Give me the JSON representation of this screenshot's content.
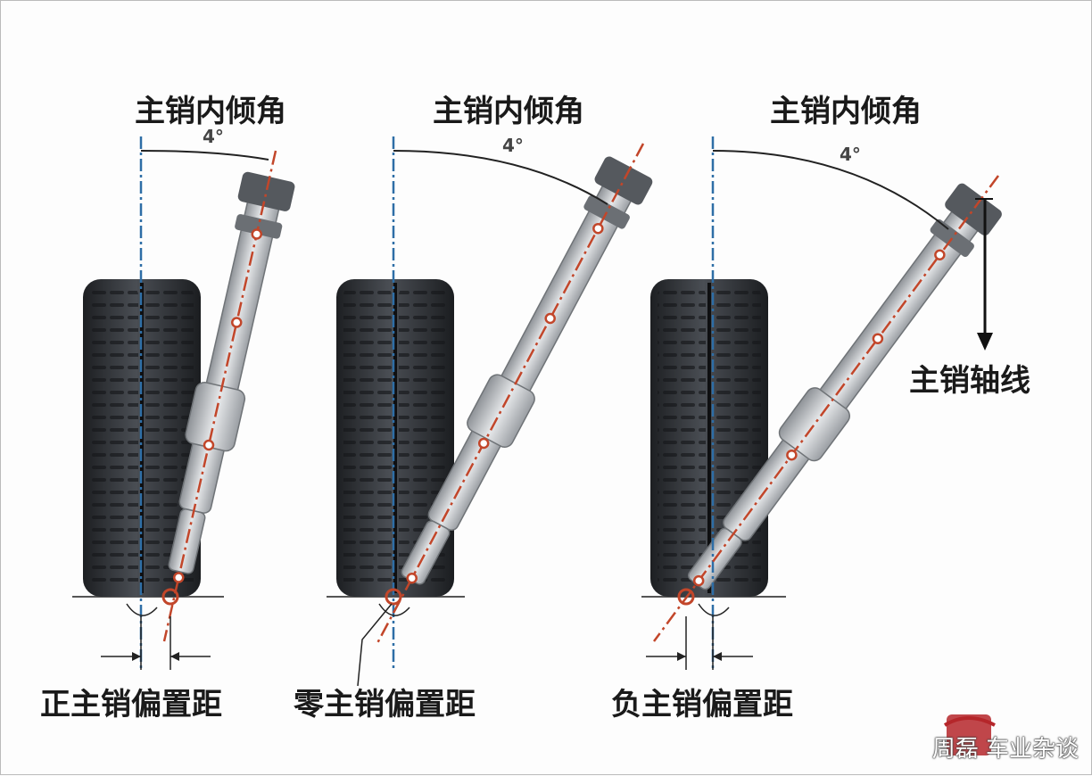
{
  "panels": [
    {
      "title": "主销内倾角",
      "angle": "4°",
      "offset_label": "正主销偏置距"
    },
    {
      "title": "主销内倾角",
      "angle": "4°",
      "offset_label": "零主销偏置距"
    },
    {
      "title": "主销内倾角",
      "angle": "4°",
      "offset_label": "负主销偏置距"
    }
  ],
  "axis_label": "主销轴线",
  "watermark": "周磊 车业杂谈",
  "colors": {
    "center_line": "#2e6ea6",
    "kingpin_axis": "#c2462a",
    "tire": "#2c2f33",
    "strut": "#b9bcc0"
  }
}
